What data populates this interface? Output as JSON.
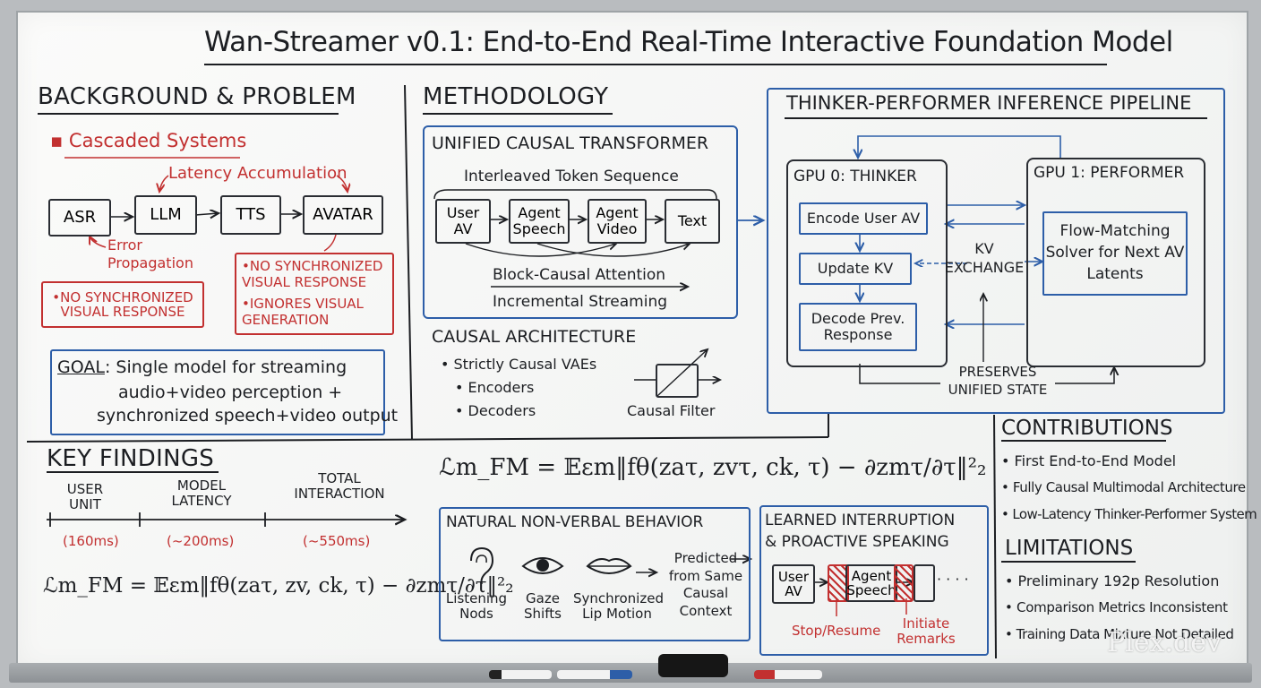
{
  "title": "Wan-Streamer v0.1: End-to-End Real-Time Interactive Foundation Model",
  "background": {
    "heading": "BACKGROUND & PROBLEM",
    "cascaded": "▪ Cascaded Systems",
    "latency": "Latency Accumulation",
    "pipeline": [
      "ASR",
      "LLM",
      "TTS",
      "AVATAR"
    ],
    "error": "Error Propagation",
    "left_note": "•NO SYNCHRONIZED VISUAL RESPONSE",
    "right_note_1": "•NO SYNCHRONIZED VISUAL RESPONSE",
    "right_note_2": "•IGNORES VISUAL GENERATION",
    "goal_label": "GOAL",
    "goal_text_1": ": Single model for streaming",
    "goal_text_2": "audio+video perception +",
    "goal_text_3": "synchronized speech+video output"
  },
  "methodology": {
    "heading": "METHODOLOGY",
    "uct_title": "UNIFIED CAUSAL TRANSFORMER",
    "sequence_label": "Interleaved Token Sequence",
    "tokens": [
      "User AV",
      "Agent Speech",
      "Agent Video",
      "Text"
    ],
    "block_causal": "Block-Causal Attention",
    "incremental": "Incremental Streaming",
    "causal_arch": "CAUSAL ARCHITECTURE",
    "vae": "• Strictly Causal VAEs",
    "encoders": "• Encoders",
    "decoders": "• Decoders",
    "filter": "Causal Filter"
  },
  "pipeline": {
    "heading": "THINKER-PERFORMER INFERENCE PIPELINE",
    "thinker": "GPU 0: THINKER",
    "performer": "GPU 1: PERFORMER",
    "encode": "Encode User AV",
    "update": "Update KV",
    "decode": "Decode Prev. Response",
    "kv": "KV EXCHANGE",
    "flow": "Flow-Matching Solver for Next AV Latents",
    "preserves": "PRESERVES UNIFIED STATE"
  },
  "findings": {
    "heading": "KEY FINDINGS",
    "labels": [
      "USER UNIT",
      "MODEL LATENCY",
      "TOTAL INTERACTION"
    ],
    "values": [
      "(160ms)",
      "(~200ms)",
      "(~550ms)"
    ],
    "eq_left": "ℒm_FM = 𝔼εm‖fθ(zaτ, zv, ck, τ) − ∂zmτ/∂τ‖²₂"
  },
  "equation_center": "ℒm_FM = 𝔼εm‖fθ(zaτ, zvτ, ck, τ) − ∂zmτ/∂τ‖²₂",
  "nonverbal": {
    "heading": "NATURAL NON-VERBAL BEHAVIOR",
    "items": [
      "Listening Nods",
      "Gaze Shifts",
      "Synchronized Lip Motion"
    ],
    "predicted": "Predicted from Same Causal Context"
  },
  "interruption": {
    "heading_1": "LEARNED INTERRUPTION",
    "heading_2": "& PROACTIVE SPEAKING",
    "user": "User AV",
    "agent": "Agent Speech",
    "dots": "· · · ·",
    "stop": "Stop/Resume",
    "initiate": "Initiate Remarks"
  },
  "contributions": {
    "heading": "CONTRIBUTIONS",
    "items": [
      "• First End-to-End Model",
      "• Fully Causal Multimodal Architecture",
      "• Low-Latency Thinker-Performer System"
    ]
  },
  "limitations": {
    "heading": "LIMITATIONS",
    "items": [
      "• Preliminary 192p Resolution",
      "• Comparison Metrics Inconsistent",
      "• Training Data Mixture Not Detailed"
    ]
  },
  "watermark": "Plex.dev",
  "colors": {
    "ink": "#1c1e22",
    "red": "#c23030",
    "blue": "#2d5ea8",
    "board": "#f6f7f6"
  }
}
